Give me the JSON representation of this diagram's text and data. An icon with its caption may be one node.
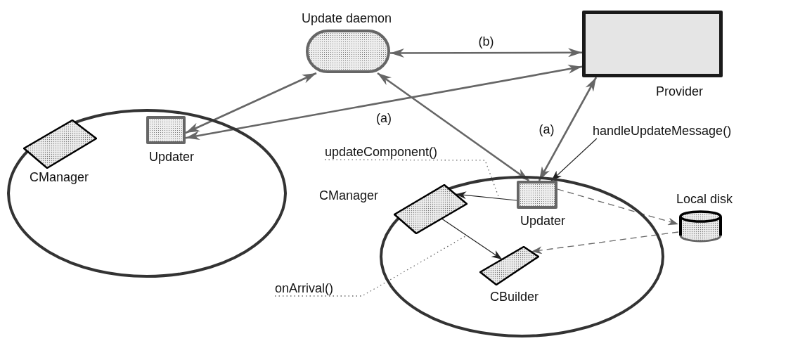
{
  "diagram": {
    "nodes": [
      {
        "text": [],
        "shape": "ellipse"
      },
      {
        "text": [
          "Update daemon"
        ]
      },
      {
        "text": [
          "Provider"
        ]
      },
      {
        "text": [
          "CManager"
        ],
        "in": 0
      },
      {
        "text": [
          "Updater"
        ],
        "in": 0
      },
      {
        "text": [],
        "shape": "ellipse"
      },
      {
        "text": [
          "CManager"
        ],
        "in": 5
      },
      {
        "text": [
          "Updater"
        ],
        "in": 5
      },
      {
        "text": [
          "Local disk"
        ]
      },
      {
        "text": [
          "CBuilder"
        ],
        "in": 5
      },
      {
        "text": [
          "handleUpdateMessage()"
        ]
      },
      {
        "text": [
          "updateComponent()"
        ]
      },
      {
        "text": [
          "onArrival()"
        ]
      }
    ],
    "edges": [
      {
        "from": 1,
        "to": 4,
        "arrow": "both"
      },
      {
        "from": 4,
        "to": 2,
        "arrow": "both",
        "label": "(a)"
      },
      {
        "from": 1,
        "to": 7,
        "arrow": "both"
      },
      {
        "from": 1,
        "to": 2,
        "arrow": "both",
        "label": "(b)"
      },
      {
        "from": 7,
        "to": 2,
        "arrow": "both",
        "label": "(a)"
      },
      {
        "from": 10,
        "to": 7,
        "arrow": "to",
        "color": "#222222"
      },
      {
        "from": 7,
        "to": 6,
        "arrow": "to",
        "color": "#222222"
      },
      {
        "from": 6,
        "to": 9,
        "arrow": "to",
        "color": "#222222"
      },
      {
        "from": 7,
        "to": 8,
        "arrow": "to",
        "style": "dashed"
      },
      {
        "from": 8,
        "to": 9,
        "arrow": "to",
        "style": "dashed"
      },
      {
        "from": 11,
        "to": null,
        "arrow": "none",
        "style": "dashed"
      },
      {
        "from": 12,
        "to": null,
        "arrow": "none",
        "style": "dashed"
      }
    ]
  }
}
